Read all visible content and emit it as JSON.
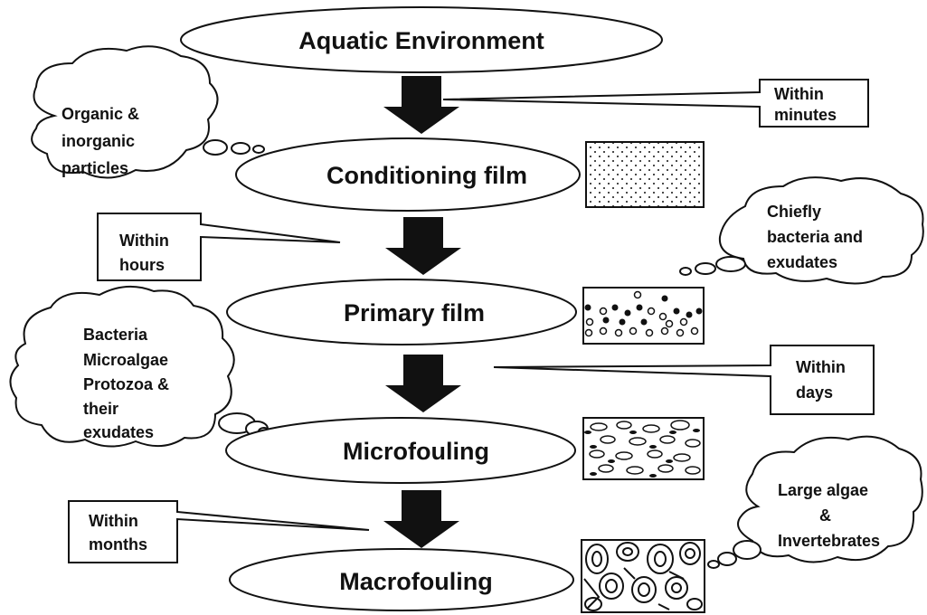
{
  "stages": [
    {
      "label": "Aquatic Environment"
    },
    {
      "label": "Conditioning film"
    },
    {
      "label": "Primary film"
    },
    {
      "label": "Microfouling"
    },
    {
      "label": "Macrofouling"
    }
  ],
  "timing_notes": [
    {
      "lines": [
        "Within",
        "minutes"
      ]
    },
    {
      "lines": [
        "Within",
        "hours"
      ]
    },
    {
      "lines": [
        "Within",
        "days"
      ]
    },
    {
      "lines": [
        "Within",
        "months"
      ]
    }
  ],
  "cloud_notes": [
    {
      "lines": [
        "Organic &",
        "inorganic",
        "particles"
      ]
    },
    {
      "lines": [
        "Chiefly",
        "bacteria and",
        "exudates"
      ]
    },
    {
      "lines": [
        "Bacteria",
        "Microalgae",
        "Protozoa &",
        "their",
        "exudates"
      ]
    },
    {
      "lines": [
        "Large algae",
        "&",
        "Invertebrates"
      ]
    }
  ],
  "colors": {
    "ink": "#111111",
    "background": "#ffffff"
  }
}
